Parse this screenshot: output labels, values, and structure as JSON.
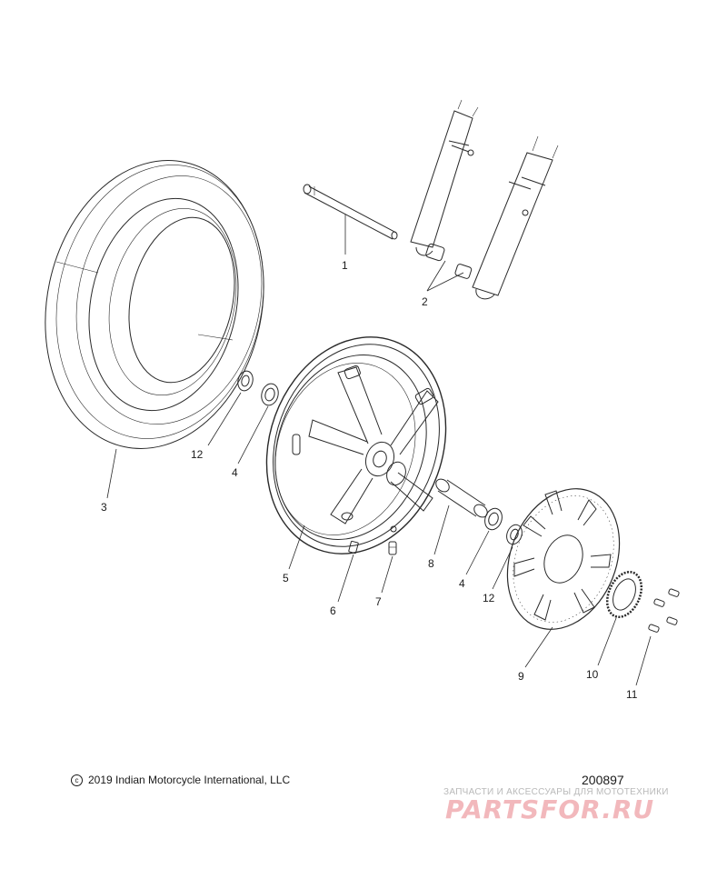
{
  "callouts": {
    "n1": "1",
    "n2": "2",
    "n3": "3",
    "n4a": "4",
    "n4b": "4",
    "n5": "5",
    "n6": "6",
    "n7": "7",
    "n8": "8",
    "n9": "9",
    "n10": "10",
    "n11": "11",
    "n12a": "12",
    "n12b": "12"
  },
  "footer": {
    "copyright_symbol": "c",
    "copyright": "2019 Indian Motorcycle International, LLC",
    "drawing_number": "200897"
  },
  "watermark": {
    "tagline": "ЗАПЧАСТИ И АКСЕССУАРЫ ДЛЯ МОТОТЕХНИКИ",
    "logo": "PARTSFOR.RU"
  },
  "colors": {
    "line": "#2a2a2a",
    "watermark_logo": "#f2b8bc"
  }
}
